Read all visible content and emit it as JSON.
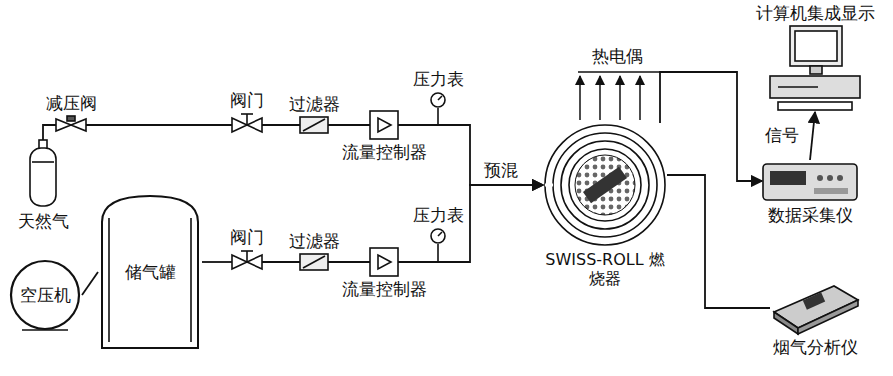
{
  "diagram": {
    "nodes": [
      {
        "text": [
          "天然气"
        ]
      },
      {
        "text": [
          "减压阀"
        ]
      },
      {
        "text": [
          "阀门"
        ]
      },
      {
        "text": [
          "过滤器"
        ]
      },
      {
        "text": [
          "流量控制器"
        ]
      },
      {
        "text": [
          "压力表"
        ]
      },
      {
        "text": [
          "空压机"
        ]
      },
      {
        "text": [
          "储气罐"
        ]
      },
      {
        "text": [
          "阀门"
        ]
      },
      {
        "text": [
          "过滤器"
        ]
      },
      {
        "text": [
          "流量控制器"
        ]
      },
      {
        "text": [
          "压力表"
        ]
      },
      {
        "text": [
          "SWISS-ROLL 燃烧器"
        ]
      },
      {
        "text": [
          "数据采集仪"
        ]
      },
      {
        "text": [
          "计算机集成显示"
        ]
      },
      {
        "text": [
          "烟气分析仪"
        ]
      }
    ],
    "edges": [
      {
        "from": 0,
        "to": 1,
        "arrow": "none"
      },
      {
        "from": 1,
        "to": 2,
        "arrow": "none"
      },
      {
        "from": 2,
        "to": 3,
        "arrow": "none"
      },
      {
        "from": 3,
        "to": 4,
        "arrow": "none"
      },
      {
        "from": 4,
        "to": 12,
        "arrow": "to"
      },
      {
        "from": 6,
        "to": 7,
        "arrow": "none"
      },
      {
        "from": 7,
        "to": 8,
        "arrow": "none"
      },
      {
        "from": 8,
        "to": 9,
        "arrow": "none"
      },
      {
        "from": 9,
        "to": 10,
        "arrow": "none"
      },
      {
        "from": 10,
        "to": 12,
        "arrow": "to"
      },
      {
        "from": 12,
        "to": 13,
        "arrow": "to"
      },
      {
        "from": 13,
        "to": 14,
        "label": "信号",
        "arrow": "to"
      },
      {
        "from": 12,
        "to": 15,
        "arrow": "none"
      }
    ],
    "labels": [
      "热电偶",
      "预混"
    ]
  }
}
